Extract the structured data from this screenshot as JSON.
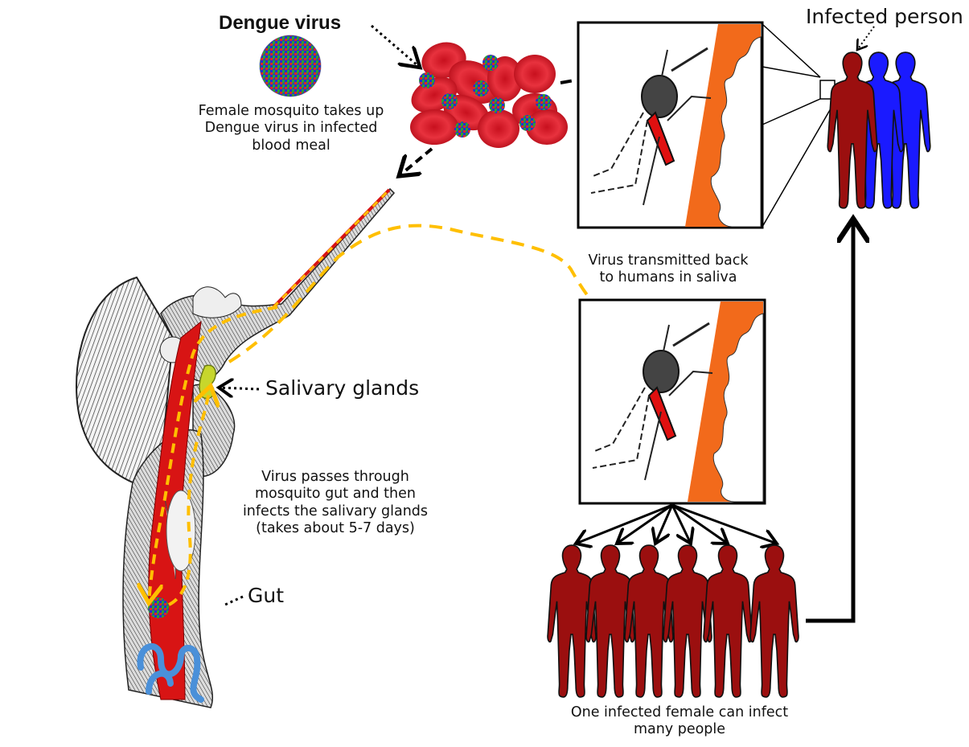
{
  "figure": {
    "title": "Dengue virus",
    "labels": {
      "uptake": "Female mosquito takes up\nDengue virus in infected\nblood meal",
      "infected_person": "Infected person",
      "saliva": "Virus transmitted back\nto humans in saliva",
      "salivary_glands": "Salivary glands",
      "passes": "Virus passes through\nmosquito gut and then\ninfects the salivary glands\n(takes about 5-7 days)",
      "gut": "Gut",
      "many": "One infected female can infect\nmany people"
    },
    "colors": {
      "virus_red": "#d42a2a",
      "virus_green": "#2ea02e",
      "virus_blue": "#2233cc",
      "blood_cell": "#e0202e",
      "skin_orange": "#f26a1b",
      "infected_person": "#9b0f0f",
      "healthy_person": "#1a1aff",
      "saliva_path": "#ffbf00",
      "gut_blue": "#4a90d9"
    },
    "counts": {
      "newly_infected_people": 6,
      "healthy_people_near_infected": 2
    }
  }
}
